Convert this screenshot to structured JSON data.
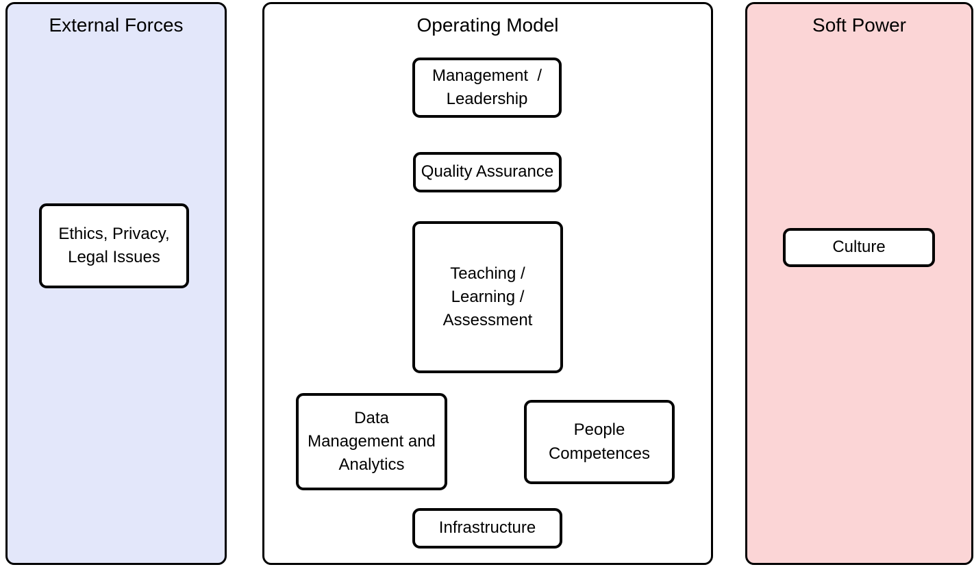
{
  "panels": [
    {
      "id": "external-forces",
      "title": "External Forces",
      "bg": "#e3e7fa",
      "boxes": [
        {
          "label": "Ethics, Privacy,\nLegal Issues"
        }
      ]
    },
    {
      "id": "operating-model",
      "title": "Operating Model",
      "bg": "#ffffff",
      "boxes": [
        {
          "label": "Management  /\nLeadership"
        },
        {
          "label": "Quality Assurance"
        },
        {
          "label": "Teaching /\nLearning /\nAssessment"
        },
        {
          "label": "Data\nManagement and\nAnalytics"
        },
        {
          "label": "People\nCompetences"
        },
        {
          "label": "Infrastructure"
        }
      ]
    },
    {
      "id": "soft-power",
      "title": "Soft Power",
      "bg": "#fbd5d6",
      "boxes": [
        {
          "label": "Culture"
        }
      ]
    }
  ],
  "colors": {
    "border": "#000000",
    "text": "#000000",
    "external_forces_bg": "#e3e7fa",
    "operating_model_bg": "#ffffff",
    "soft_power_bg": "#fbd5d6",
    "box_bg": "#ffffff",
    "page_bg": "#ffffff"
  }
}
